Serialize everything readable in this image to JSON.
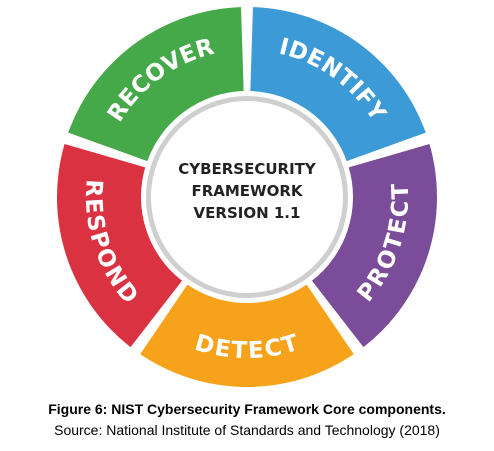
{
  "diagram": {
    "center": {
      "lines": [
        "CYBERSECURITY",
        "FRAMEWORK",
        "VERSION 1.1"
      ],
      "fill": "#ffffff",
      "border_color": "#cfcfcf"
    },
    "segments": [
      {
        "id": "identify",
        "label": "IDENTIFY",
        "color": "#3c9ad7"
      },
      {
        "id": "protect",
        "label": "PROTECT",
        "color": "#7a4c9a"
      },
      {
        "id": "detect",
        "label": "DETECT",
        "color": "#f6a31b"
      },
      {
        "id": "respond",
        "label": "RESPOND",
        "color": "#db3241"
      },
      {
        "id": "recover",
        "label": "RECOVER",
        "color": "#45a94a"
      }
    ]
  },
  "caption": {
    "title": "Figure 6: NIST Cybersecurity Framework Core components.",
    "source": "Source: National Institute of Standards and Technology (2018)"
  }
}
